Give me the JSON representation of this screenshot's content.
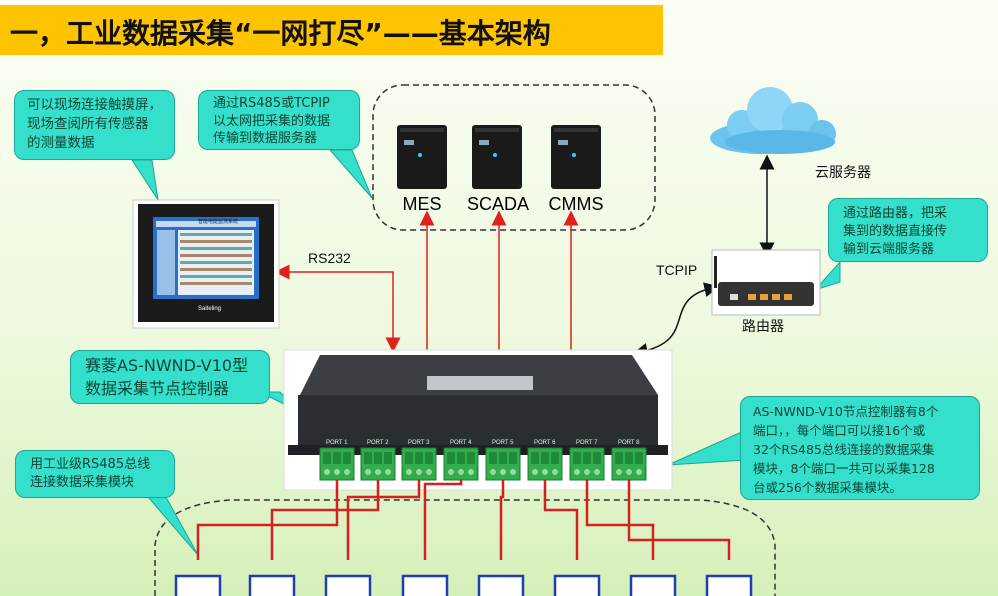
{
  "title": "一，工业数据采集“一网打尽”——基本架构",
  "callouts": {
    "touchscreen": [
      "可以现场连接触摸屏，",
      "现场查阅所有传感器",
      "的测量数据"
    ],
    "tcpip_server": [
      "通过RS485或TCPIP",
      "以太网把采集的数据",
      "传输到数据服务器"
    ],
    "router": [
      "通过路由器，把采",
      "集到的数据直接传",
      "输到云端服务器"
    ],
    "controller_name": [
      "赛菱AS-NWND-V10型",
      "数据采集节点控制器"
    ],
    "rs485_bus": [
      "用工业级RS485总线",
      "连接数据采集模块"
    ],
    "ports_desc": [
      "AS-NWND-V10节点控制器有8个",
      "端口，，每个端口可以接16个或",
      "32个RS485总线连接的数据采集",
      "模块，8个端口一共可以采集128",
      "台或256个数据采集模块。"
    ]
  },
  "servers": [
    "MES",
    "SCADA",
    "CMMS"
  ],
  "labels": {
    "rs232": "RS232",
    "tcpip": "TCPIP",
    "cloud": "云服务器",
    "router": "路由器"
  },
  "hmi": {
    "screen_title": "智能电能监测系统",
    "brand": "Saiteling"
  },
  "ports": [
    "PORT 1",
    "PORT 2",
    "PORT 3",
    "PORT 4",
    "PORT 5",
    "PORT 6",
    "PORT 7",
    "PORT 8"
  ],
  "module_count": 8
}
